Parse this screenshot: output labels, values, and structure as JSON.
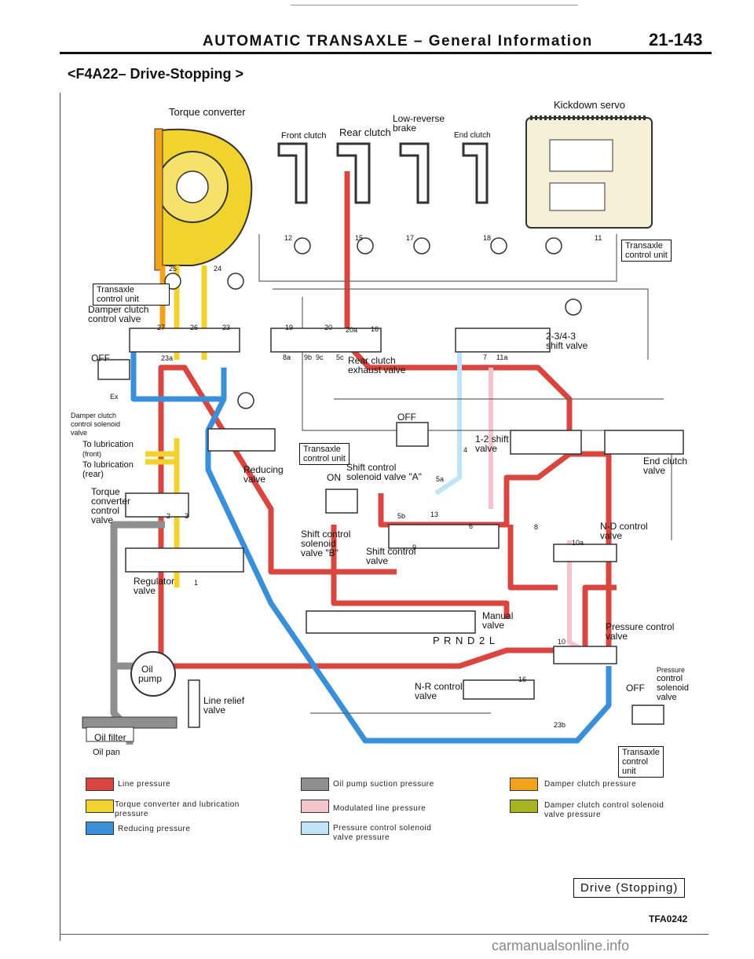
{
  "header": {
    "title": "AUTOMATIC TRANSAXLE – General Information",
    "page": "21-143"
  },
  "subtitle": "<F4A22– Drive-Stopping >",
  "labels": {
    "torque_converter": "Torque converter",
    "kickdown_servo": "Kickdown servo",
    "front_clutch": "Front clutch",
    "rear_clutch": "Rear clutch",
    "low_reverse_brake_1": "Low-reverse",
    "low_reverse_brake_2": "brake",
    "end_clutch": "End clutch",
    "transaxle_control_unit_a_1": "Transaxle",
    "transaxle_control_unit_a_2": "control unit",
    "transaxle_control_unit_b_1": "Transaxle",
    "transaxle_control_unit_b_2": "control unit",
    "transaxle_control_unit_c_1": "Transaxle",
    "transaxle_control_unit_c_2": "control unit",
    "transaxle_control_unit_d_1": "Transaxle",
    "transaxle_control_unit_d_2": "control",
    "transaxle_control_unit_d_3": "unit",
    "damper_clutch_control_valve_1": "Damper clutch",
    "damper_clutch_control_valve_2": "control valve",
    "off_1": "OFF",
    "off_2": "OFF",
    "off_3": "OFF",
    "on": "ON",
    "ex": "Ex",
    "damper_clutch_control_solenoid_1": "Damper clutch",
    "damper_clutch_control_solenoid_2": "control solenoid",
    "damper_clutch_control_solenoid_3": "valve",
    "to_lubrication_front_1": "To lubrication",
    "to_lubrication_front_2": "(front)",
    "to_lubrication_rear_1": "To lubrication",
    "to_lubrication_rear_2": "(rear)",
    "torque_converter_control_valve_1": "Torque",
    "torque_converter_control_valve_2": "converter",
    "torque_converter_control_valve_3": "control",
    "torque_converter_control_valve_4": "valve",
    "reducing_valve_1": "Reducing",
    "reducing_valve_2": "valve",
    "rear_clutch_exhaust_valve_1": "Rear clutch",
    "rear_clutch_exhaust_valve_2": "exhaust valve",
    "shift_valve_2343_1": "2-3/4-3",
    "shift_valve_2343_2": "shift valve",
    "shift_valve_12_1": "1-2 shift",
    "shift_valve_12_2": "valve",
    "end_clutch_valve_1": "End clutch",
    "end_clutch_valve_2": "valve",
    "shift_control_solenoid_a_1": "Shift control",
    "shift_control_solenoid_a_2": "solenoid valve \"A\"",
    "shift_control_solenoid_b_1": "Shift control",
    "shift_control_solenoid_b_2": "solenoid",
    "shift_control_solenoid_b_3": "valve \"B\"",
    "shift_control_valve_1": "Shift control",
    "shift_control_valve_2": "valve",
    "nd_control_valve_1": "N-D control",
    "nd_control_valve_2": "valve",
    "regulator_valve_1": "Regulator",
    "regulator_valve_2": "valve",
    "manual_valve_1": "Manual",
    "manual_valve_2": "valve",
    "prnd2l": "P R N D 2 L",
    "pressure_control_valve_1": "Pressure control",
    "pressure_control_valve_2": "valve",
    "pressure_control_solenoid_1": "Pressure",
    "pressure_control_solenoid_2": "control",
    "pressure_control_solenoid_3": "solenoid",
    "pressure_control_solenoid_4": "valve",
    "oil_pump_1": "Oil",
    "oil_pump_2": "pump",
    "line_relief_valve_1": "Line relief",
    "line_relief_valve_2": "valve",
    "nr_control_valve_1": "N-R control",
    "nr_control_valve_2": "valve",
    "oil_filter": "Oil filter",
    "oil_pan": "Oil pan"
  },
  "ports": [
    "25",
    "24",
    "27",
    "26",
    "23",
    "23a",
    "12",
    "15",
    "17",
    "18",
    "11",
    "19",
    "20",
    "16",
    "20a",
    "8a",
    "9b",
    "9c",
    "5c",
    "11a",
    "7",
    "3",
    "2",
    "1",
    "5a",
    "5b",
    "8",
    "10a",
    "10",
    "16",
    "23b",
    "9",
    "13",
    "6",
    "4"
  ],
  "legend": [
    {
      "label_1": "Line pressure",
      "label_2": "",
      "color": "#d9453f"
    },
    {
      "label_1": "Oil pump suction pressure",
      "label_2": "",
      "color": "#8f8f8f"
    },
    {
      "label_1": "Damper clutch pressure",
      "label_2": "",
      "color": "#f2a31c"
    },
    {
      "label_1": "Torque converter and lubrication",
      "label_2": "pressure",
      "color": "#f2d32e"
    },
    {
      "label_1": "Modulated line pressure",
      "label_2": "",
      "color": "#f4c3cc"
    },
    {
      "label_1": "Damper clutch control solenoid",
      "label_2": "valve pressure",
      "color": "#a7b31f"
    },
    {
      "label_1": "Reducing pressure",
      "label_2": "",
      "color": "#3a8fd9"
    },
    {
      "label_1": "Pressure control solenoid",
      "label_2": "valve pressure",
      "color": "#bfe3f7"
    }
  ],
  "footer": {
    "drive_label": "Drive (Stopping)",
    "figure_code": "TFA0242",
    "watermark": "carmanualsonline.info"
  },
  "colors": {
    "line": "#d9453f",
    "suction": "#8f8f8f",
    "damper": "#f2a31c",
    "converter": "#f2d32e",
    "modulated": "#f4c3cc",
    "dcc_solenoid": "#a7b31f",
    "reducing": "#3a8fd9",
    "pcs": "#bfe3f7"
  }
}
